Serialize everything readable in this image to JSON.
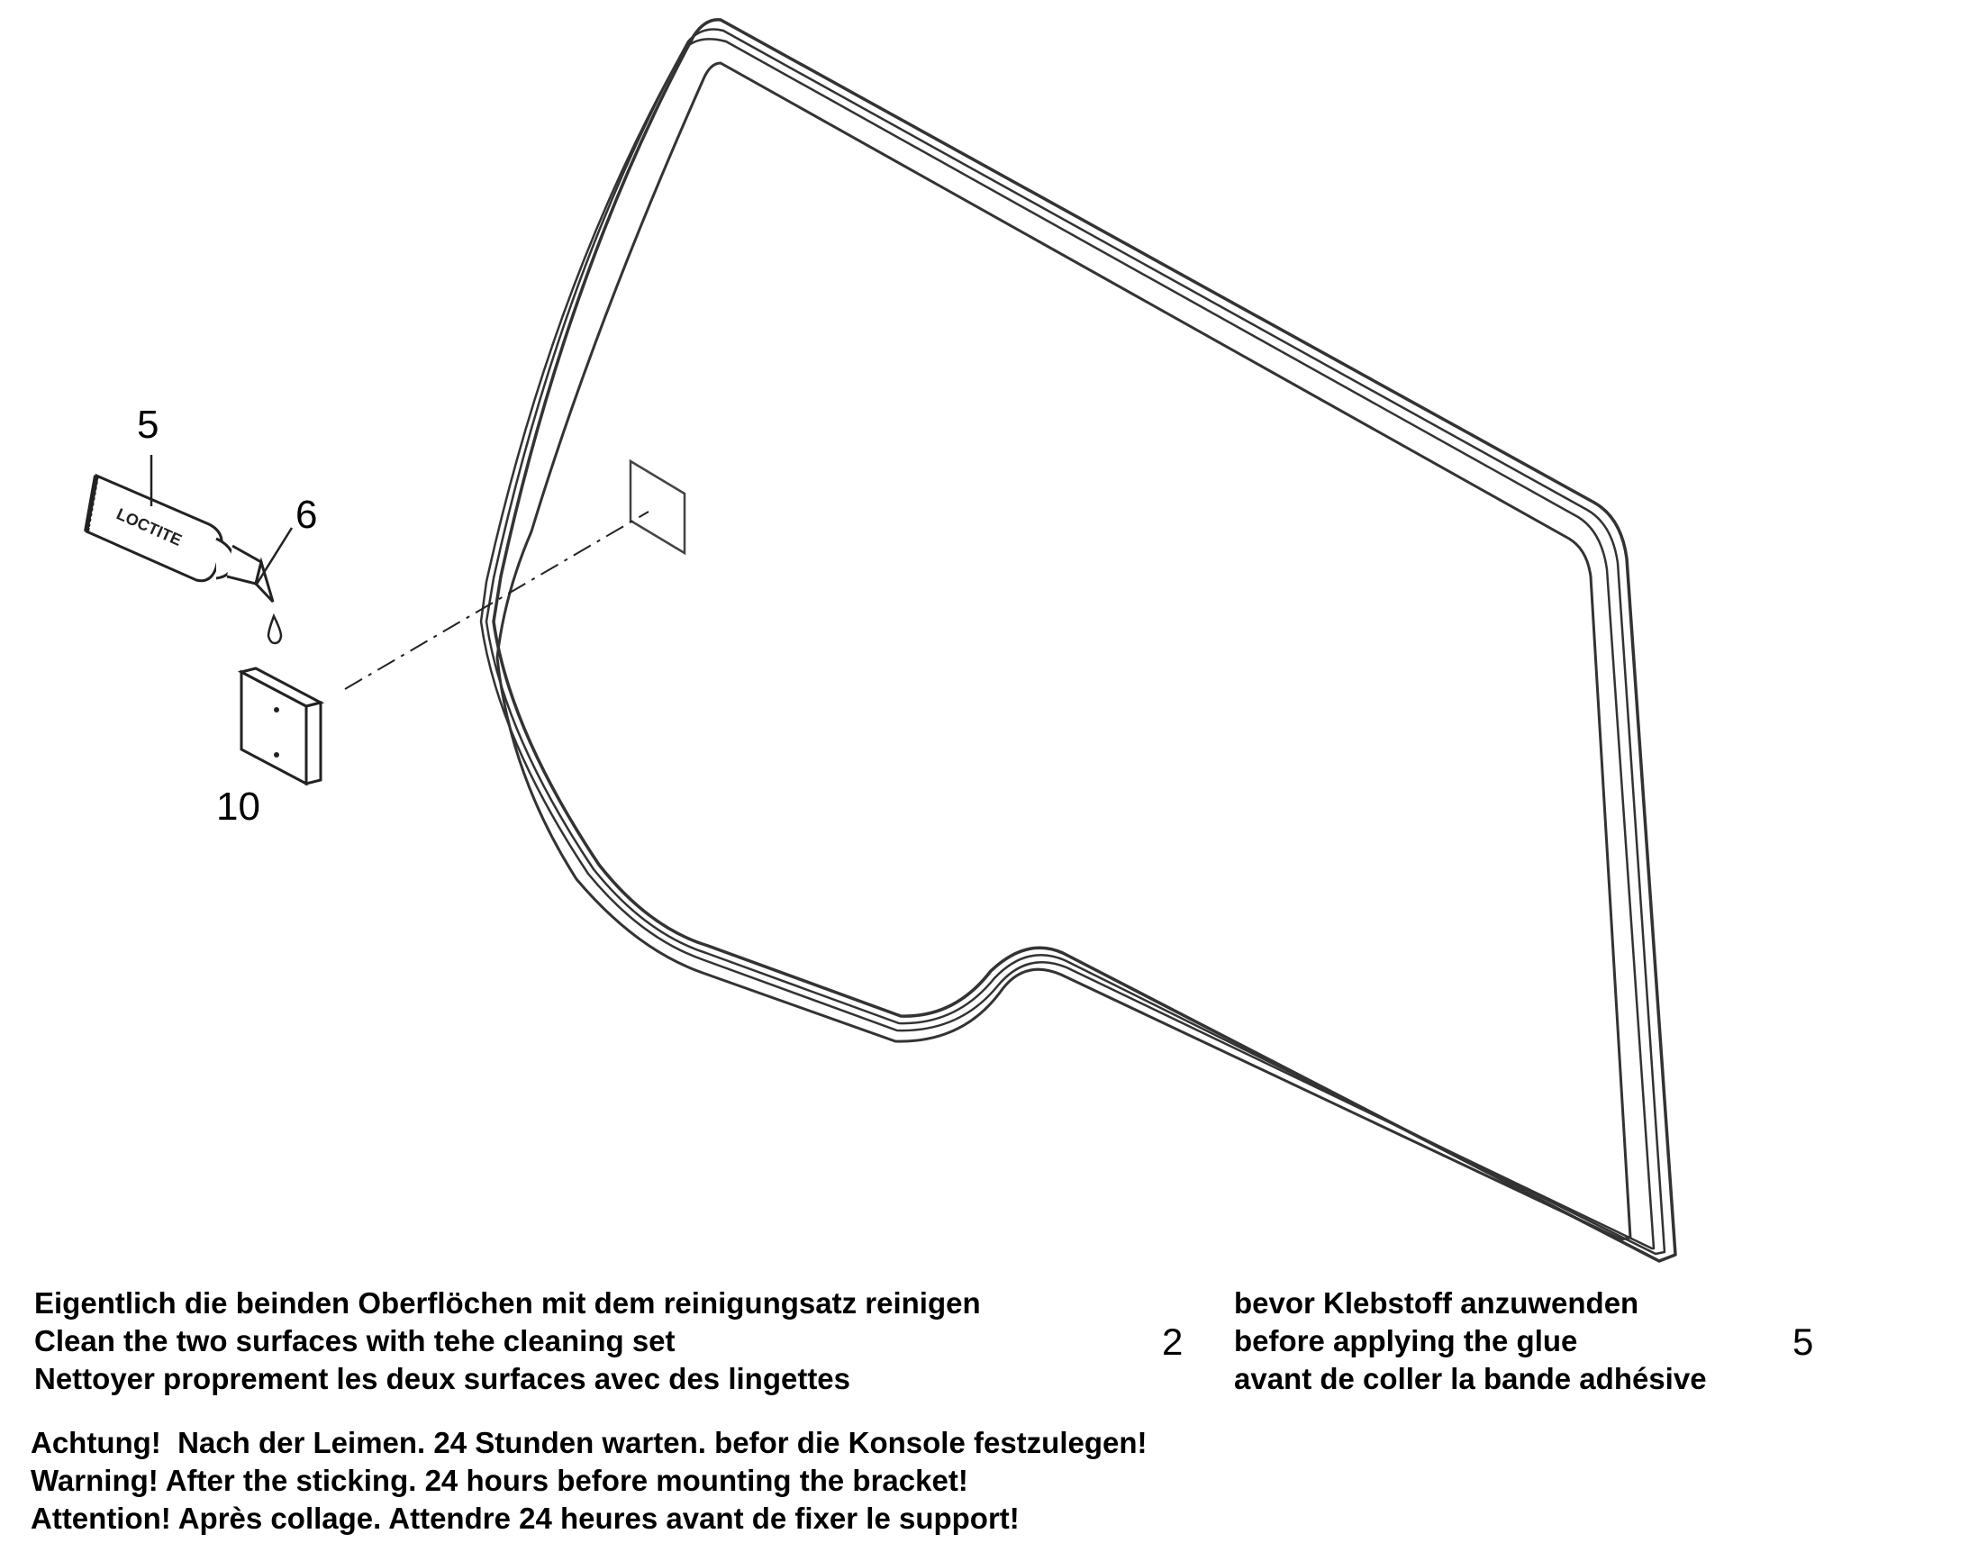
{
  "callouts": {
    "tube": "5",
    "nozzle": "6",
    "pad": "10"
  },
  "tube_logo": "LOCTITE",
  "instructions": {
    "clean": [
      "Eigentlich die beinden Oberflöchen mit dem reinigungsatz reinigen",
      "Clean the two surfaces with tehe cleaning set",
      "Nettoyer proprement les deux surfaces avec des lingettes"
    ],
    "clean_ref": "2",
    "glue": [
      "bevor Klebstoff anzuwenden",
      "before applying the glue",
      "avant de coller la bande adhésive"
    ],
    "glue_ref": "5",
    "warning": [
      "Achtung!  Nach der Leimen. 24 Stunden warten. befor die Konsole festzulegen!",
      "Warning! After the sticking. 24 hours before mounting the bracket!",
      "Attention! Après collage. Attendre 24 heures avant de fixer le support!"
    ]
  }
}
